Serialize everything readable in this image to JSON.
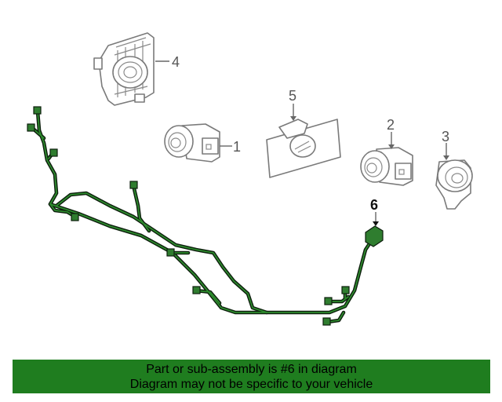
{
  "callouts": {
    "c1": "1",
    "c2": "2",
    "c3": "3",
    "c4": "4",
    "c5": "5",
    "c6": "6"
  },
  "banner": {
    "line1": "Part or sub-assembly is #6 in diagram",
    "line2": "Diagram may not be specific to your vehicle"
  },
  "colors": {
    "harness": "#2d8a2d",
    "banner": "#1f7d1f"
  }
}
